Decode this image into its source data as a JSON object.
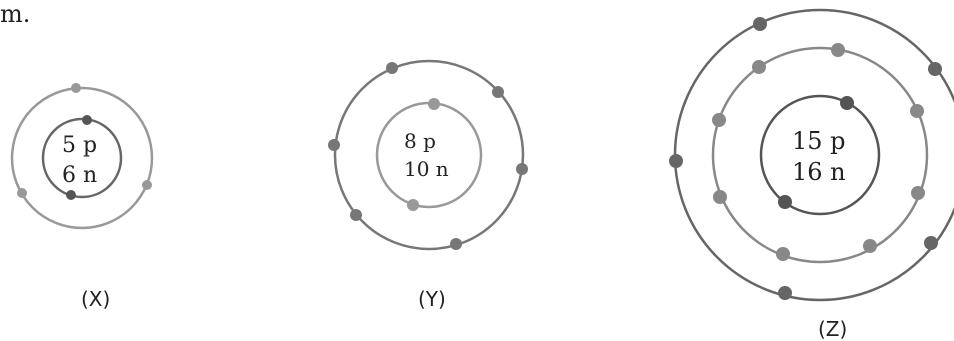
{
  "fragment_text": "m.",
  "atoms": [
    {
      "label": "(X)",
      "protons": "5 p",
      "neutrons": "6 n",
      "shells": [
        2,
        3
      ],
      "colors": {
        "inner_shell": "#666666",
        "outer_shell": "#999999",
        "inner_electron": "#555555",
        "outer_electron": "#999999"
      }
    },
    {
      "label": "(Y)",
      "protons": "8 p",
      "neutrons": "10 n",
      "shells": [
        2,
        6
      ],
      "colors": {
        "inner_shell": "#999999",
        "outer_shell": "#777777",
        "inner_electron": "#999999",
        "outer_electron": "#777777"
      }
    },
    {
      "label": "(Z)",
      "protons": "15 p",
      "neutrons": "16 n",
      "shells": [
        2,
        8,
        5
      ],
      "colors": {
        "inner_shell": "#555555",
        "middle_shell": "#888888",
        "outer_shell": "#666666",
        "inner_electron": "#555555",
        "middle_electron": "#888888",
        "outer_electron": "#666666"
      }
    }
  ]
}
